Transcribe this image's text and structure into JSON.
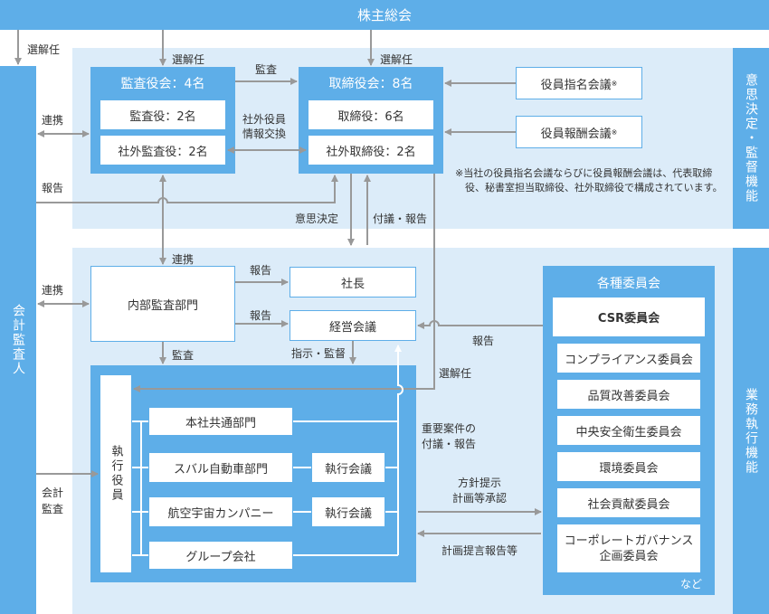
{
  "top": {
    "title": "株主総会"
  },
  "left": {
    "auditor": "会計監査人"
  },
  "right": {
    "governance": "意思決定・監督機能",
    "execution": "業務執行機能"
  },
  "kansayaku": {
    "title": "監査役会：4名",
    "item1": "監査役：2名",
    "item2": "社外監査役：2名"
  },
  "torishimari": {
    "title": "取締役会：8名",
    "item1": "取締役：6名",
    "item2": "社外取締役：2名"
  },
  "committees_top": {
    "nomination": "役員指名会議",
    "compensation": "役員報酬会議",
    "mark": "※"
  },
  "note": {
    "text": "※当社の役員指名会議ならびに役員報酬会議は、代表取締役、秘書室担当取締役、社外取締役で構成されています。"
  },
  "boxes": {
    "naibu": "内部監査部門",
    "shacho": "社長",
    "keiei": "経営会議"
  },
  "exec": {
    "officer": "執行役員",
    "honsha": "本社共通部門",
    "subaru": "スバル自動車部門",
    "kouku": "航空宇宙カンパニー",
    "group": "グループ会社",
    "meeting1": "執行会議",
    "meeting2": "執行会議"
  },
  "committees": {
    "title": "各種委員会",
    "csr": "CSR委員会",
    "compliance": "コンプライアンス委員会",
    "quality": "品質改善委員会",
    "safety": "中央安全衛生委員会",
    "environment": "環境委員会",
    "social": "社会貢献委員会",
    "cg": "コーポレートガバナンス企画委員会",
    "etc": "など"
  },
  "labels": {
    "senkainin1": "選解任",
    "senkainin2": "選解任",
    "senkainin3": "選解任",
    "senkainin4": "選解任",
    "kansa1": "監査",
    "kansa2": "監査",
    "renkei1": "連携",
    "renkei2": "連携",
    "renkei3": "連携",
    "houkoku1": "報告",
    "houkoku2": "報告",
    "houkoku3": "報告",
    "houkoku4": "報告",
    "shagai_info": "社外役員\n情報交換",
    "ishi": "意思決定",
    "fugi": "付議・報告",
    "shiji": "指示・監督",
    "juyo": "重要案件の\n付議・報告",
    "houshin": "方針提示\n計画等承認",
    "keikaku": "計画提言報告等",
    "kaikei": "会計\n監査"
  }
}
